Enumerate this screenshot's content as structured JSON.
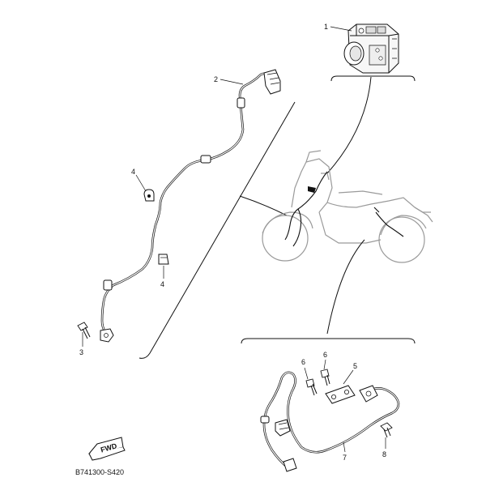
{
  "callouts": {
    "c1": "1",
    "c2": "2",
    "c3": "3",
    "c4a": "4",
    "c4b": "4",
    "c5": "5",
    "c6a": "6",
    "c6b": "6",
    "c7": "7",
    "c8": "8"
  },
  "direction_badge": "FWD",
  "diagram_code": "B741300-S420"
}
